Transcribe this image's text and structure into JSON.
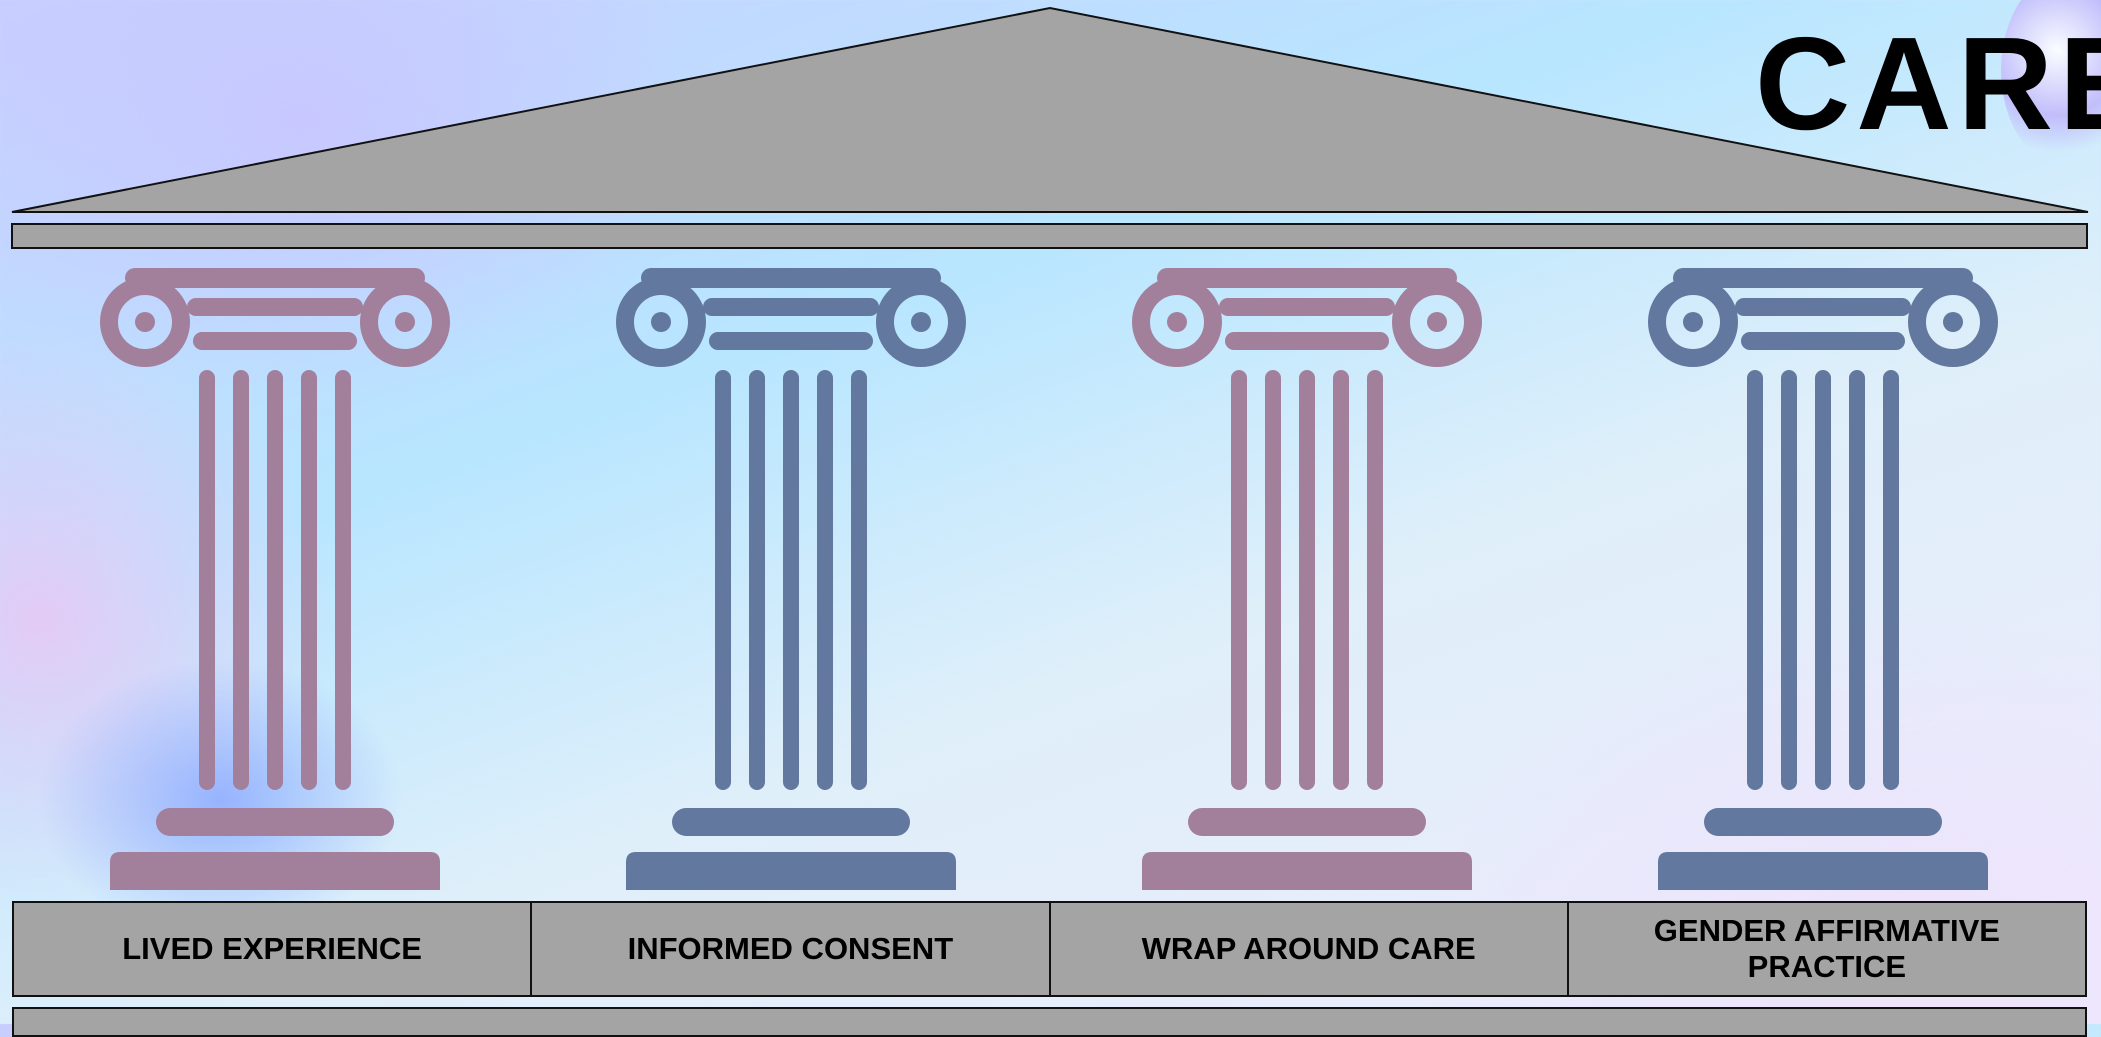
{
  "title": "CARE",
  "pillars": [
    {
      "label": "LIVED EXPERIENCE",
      "color": "#a2809c"
    },
    {
      "label": "INFORMED CONSENT",
      "color": "#63789e"
    },
    {
      "label": "WRAP AROUND CARE",
      "color": "#a2809c"
    },
    {
      "label": "GENDER AFFIRMATIVE PRACTICE",
      "color": "#63789e"
    }
  ],
  "colors": {
    "roof": "#a4a4a4",
    "outline": "#111111",
    "pillar_mauve": "#a2809c",
    "pillar_blue": "#63789e"
  },
  "icons": [
    "ionic-column-icon"
  ]
}
